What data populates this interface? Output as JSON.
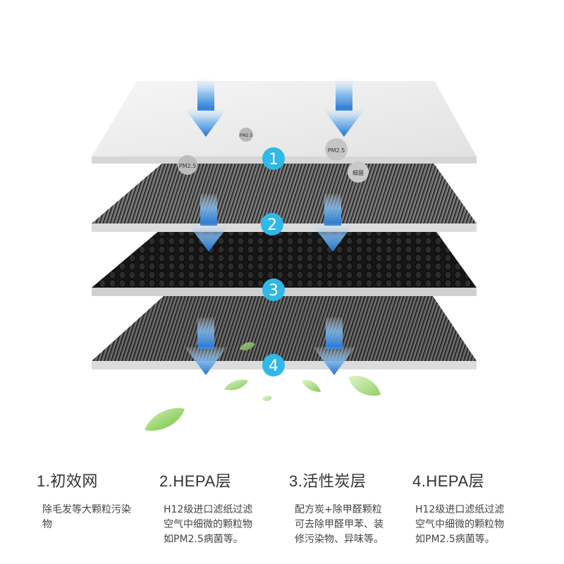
{
  "layers": [
    {
      "number": "1",
      "type": "white-mesh"
    },
    {
      "number": "2",
      "type": "hepa-pleated"
    },
    {
      "number": "3",
      "type": "honeycomb-carbon"
    },
    {
      "number": "4",
      "type": "hepa-pleated"
    }
  ],
  "particles": [
    {
      "label": "PM2.5"
    },
    {
      "label": "PM2.5"
    },
    {
      "label": "PM2.5"
    },
    {
      "label": "细菌"
    }
  ],
  "colors": {
    "badge": "#2fb8e8",
    "arrow": "#2a7fd6",
    "leaf": "#8fd05a",
    "layer1": "#eeeeee",
    "carbon": "#1c1c1c"
  },
  "descriptions": [
    {
      "title": "1.初效网",
      "text": "除毛发等大颗粒污染物"
    },
    {
      "title": "2.HEPA层",
      "text": "H12级进口滤纸过滤空气中细微的颗粒物如PM2.5病菌等。"
    },
    {
      "title": "3.活性炭层",
      "text": "配方炭+除甲醛颗粒可去除甲醛甲苯、装修污染物、异味等。"
    },
    {
      "title": "4.HEPA层",
      "text": "H12级进口滤纸过滤空气中细微的颗粒物如PM2.5病菌等。"
    }
  ]
}
